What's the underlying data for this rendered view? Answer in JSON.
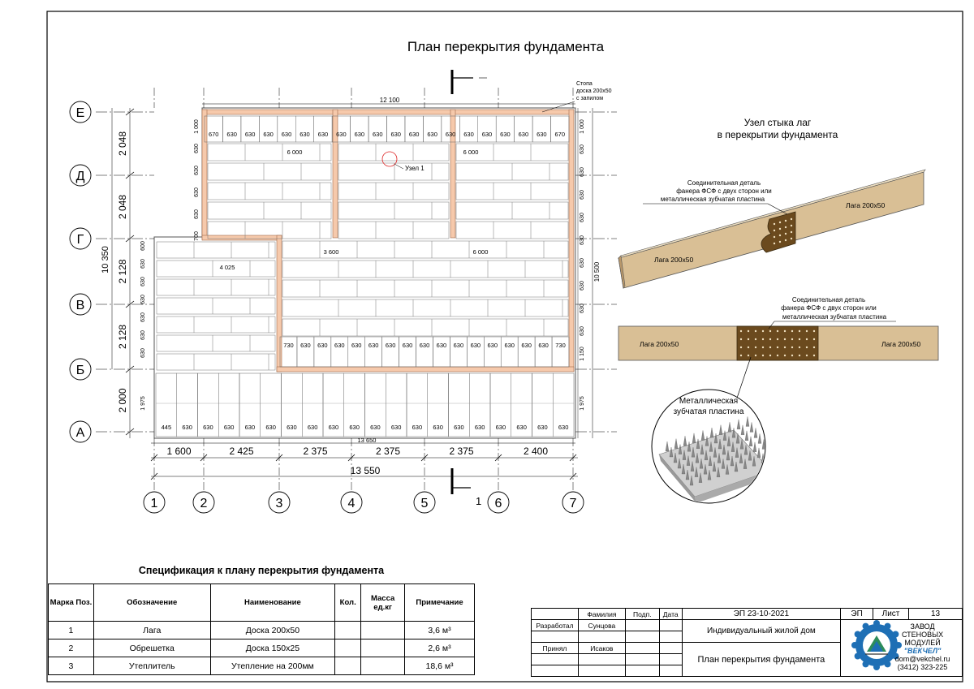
{
  "drawing": {
    "title": "План перекрытия фундамента",
    "section_mark": "1",
    "node_label": "Узел 1",
    "column_note": [
      "Стопа",
      "доска 200х50",
      "с запилом"
    ],
    "dim_top_total": "12 100",
    "dim_bottom_inner": "13 650",
    "dim_total": "13 550",
    "dim_left_total": "10 350",
    "dim_right_total": "10 500",
    "row_axes": [
      "Е",
      "Д",
      "Г",
      "В",
      "Б",
      "А"
    ],
    "row_dims": [
      "2 048",
      "2 048",
      "2 128",
      "2 128",
      "2 000"
    ],
    "col_axes": [
      "1",
      "2",
      "3",
      "4",
      "5",
      "6",
      "7"
    ],
    "col_dims": [
      "1 600",
      "2 425",
      "2 375",
      "2 375",
      "2 375",
      "2 400"
    ],
    "top_row_spacing": [
      "670",
      "630",
      "630",
      "630",
      "630",
      "630",
      "630",
      "630",
      "630",
      "630",
      "630",
      "630",
      "630",
      "630",
      "630",
      "630",
      "630",
      "630",
      "630",
      "670"
    ],
    "mid_row_spacing": [
      "730",
      "630",
      "630",
      "630",
      "630",
      "630",
      "630",
      "630",
      "630",
      "630",
      "630",
      "630",
      "630",
      "630",
      "630",
      "630",
      "730"
    ],
    "bottom_row_spacing": [
      "445",
      "630",
      "630",
      "630",
      "630",
      "630",
      "630",
      "630",
      "630",
      "630",
      "630",
      "630",
      "630",
      "630",
      "630",
      "630",
      "630",
      "630",
      "630",
      "630"
    ],
    "left_upper_spacing": [
      "1 000",
      "630",
      "630",
      "630",
      "630",
      "700"
    ],
    "left_lower_spacing": [
      "600",
      "630",
      "630",
      "630",
      "630",
      "630",
      "630"
    ],
    "right_spacing": [
      "1 000",
      "630",
      "630",
      "630",
      "630",
      "630",
      "630",
      "630",
      "630",
      "630",
      "1 150"
    ],
    "bottom_side_spacing": [
      "1 975",
      "1 975"
    ],
    "length_labels": [
      "6 000",
      "6 000",
      "3 600",
      "6 000",
      "4 025"
    ]
  },
  "detail": {
    "title_line1": "Узел стыка лаг",
    "title_line2": "в перекрытии фундамента",
    "callout_lines": [
      "Соединительная деталь",
      "фанера ФСФ с двух сторон или",
      "металлическая зубчатая пластина"
    ],
    "beam_left": "Лага 200х50",
    "beam_right": "Лага 200х50",
    "plate_label_line1": "Металлическая",
    "plate_label_line2": "зубчатая пластина"
  },
  "spec": {
    "title": "Спецификация к плану перекрытия фундамента",
    "headers": [
      "Марка Поз.",
      "Обозначение",
      "Наименование",
      "Кол.",
      "Масса ед.кг",
      "Примечание"
    ],
    "rows": [
      {
        "pos": "1",
        "designation": "Лага",
        "name": "Доска 200х50",
        "qty": "",
        "mass": "",
        "note": "3,6 м³"
      },
      {
        "pos": "2",
        "designation": "Обрешетка",
        "name": "Доска 150х25",
        "qty": "",
        "mass": "",
        "note": "2,6 м³"
      },
      {
        "pos": "3",
        "designation": "Утеплитель",
        "name": "Утепление на 200мм",
        "qty": "",
        "mass": "",
        "note": "18,6 м³"
      }
    ]
  },
  "stamp": {
    "h_surname": "Фамилия",
    "h_sign": "Подп.",
    "h_date": "Дата",
    "code": "ЭП 23-10-2021",
    "stage": "ЭП",
    "sheet_label": "Лист",
    "sheet_no": "13",
    "role1": "Разработал",
    "name1": "Сунцова",
    "role2": "Принял",
    "name2": "Исаков",
    "project": "Индивидуальный жилой дом",
    "sheet_title": "План перекрытия фундамента",
    "company": [
      "ЗАВОД",
      "СТЕНОВЫХ",
      "МОДУЛЕЙ"
    ],
    "brand": "\"ВЕКЧЕЛ\"",
    "email": "dom@vekchel.ru",
    "phone": "(3412) 323-225"
  },
  "colors": {
    "beam": "#f6c9ab",
    "timber": "#d2b48c",
    "plate": "#6b4a1e",
    "brand": "#1e6fb5"
  }
}
